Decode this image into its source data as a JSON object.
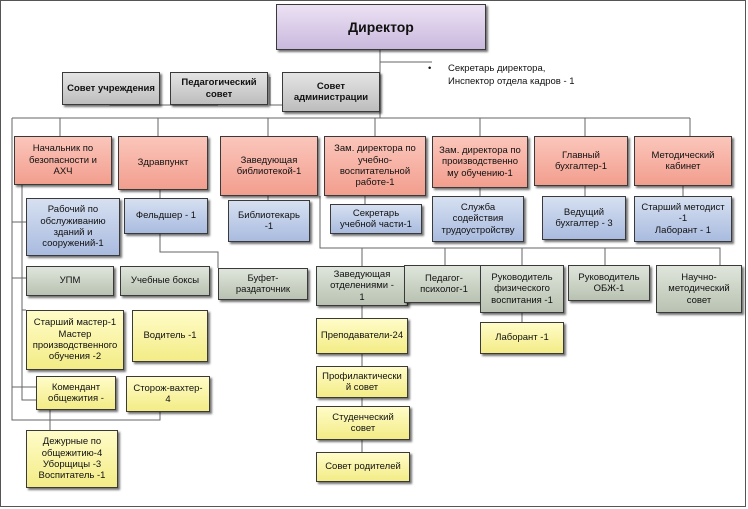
{
  "top": "Директор",
  "note": "Секретарь директора,\nИнспектор отдела кадров - 1",
  "councils": {
    "inst": "Совет учреждения",
    "ped": "Педагогический\nсовет",
    "adm": "Совет\nадминистрации"
  },
  "heads": {
    "h1": "Начальник по\nбезопасности и\nАХЧ",
    "h2": "Здравпункт",
    "h3": "Заведующая\nбиблиотекой-1",
    "h4": "Зам. директора по\nучебно-\nвоспитательной\nработе-1",
    "h5": "Зам. директора по\nпроизводственно\nму обучению-1",
    "h6": "Главный\nбухгалтер-1",
    "h7": "Методический\nкабинет"
  },
  "sub": {
    "workers": "Рабочий по\nобслуживанию\nзданий и\nсооружений-1",
    "feldsher": "Фельдшер - 1",
    "librarian": "Библиотекарь\n-1",
    "secretary": "Секретарь\nучебной части-1",
    "employment": "Служба\nсодействия\nтрудоустройству",
    "accountant": "Ведущий\nбухгалтер - 3",
    "methodist": "Старший методист\n-1\nЛаборант - 1",
    "upm": "УПМ",
    "training": "Учебные боксы",
    "buffet": "Буфет-\nраздаточник",
    "dept_head": "Заведующая\nотделениями -\n1",
    "psych": "Педагог-\nпсихолог-1",
    "pe_head": "Руководитель\nфизического\nвоспитания -1",
    "obzh": "Руководитель\nОБЖ-1",
    "sci_council": "Научно-\nметодический\nсовет",
    "master": "Старший мастер-1\nМастер\nпроизводственного\nобучения -2",
    "driver": "Водитель -1",
    "teachers": "Преподаватели-24",
    "lab": "Лаборант -1",
    "prof": "Профилактически\nй совет",
    "commandant": "Комендант\nобщежития -",
    "guard": "Сторож-вахтер-\n4",
    "students": "Студенческий\nсовет",
    "parents": "Совет родителей",
    "dorm": "Дежурные по\nобщежитию-4\nУборщицы -3\nВоспитатель -1"
  },
  "colors": {
    "line": "#666666",
    "purple": "#d9cbe8",
    "salmon": "#f4ab9c",
    "blue": "#b7c6e6",
    "green": "#c8d0c1",
    "yellow": "#f8f29e",
    "gray": "#cfcfcf"
  }
}
